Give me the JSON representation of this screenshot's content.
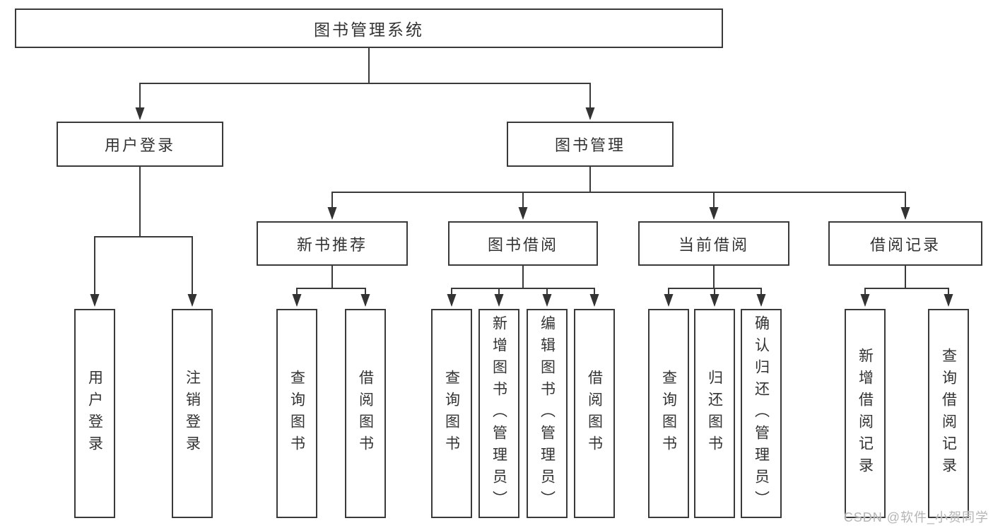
{
  "diagram": {
    "title": "图书管理系统",
    "nodes": {
      "root": "图书管理系统",
      "user_login": "用户登录",
      "book_mgmt": "图书管理",
      "new_book_rec": "新书推荐",
      "book_borrow": "图书借阅",
      "current_borrow": "当前借阅",
      "borrow_records": "借阅记录"
    },
    "leaves": {
      "user_login": "用户登录",
      "logout": "注销登录",
      "nr_query_book": "查询图书",
      "nr_borrow_book": "借阅图书",
      "bb_query_book": "查询图书",
      "bb_add_book": "新增图书（管理员）",
      "bb_edit_book": "编辑图书（管理员）",
      "bb_borrow_book": "借阅图书",
      "cb_query_book": "查询图书",
      "cb_return_book": "归还图书",
      "cb_confirm_return": "确认归还（管理员）",
      "br_add_record": "新增借阅记录",
      "br_query_record": "查询借阅记录"
    },
    "colors": {
      "line": "#3a3a3a",
      "text": "#333333",
      "background": "#ffffff",
      "watermark": "#b5b5b5"
    }
  },
  "watermark": "CSDN @软件_小贺同学"
}
